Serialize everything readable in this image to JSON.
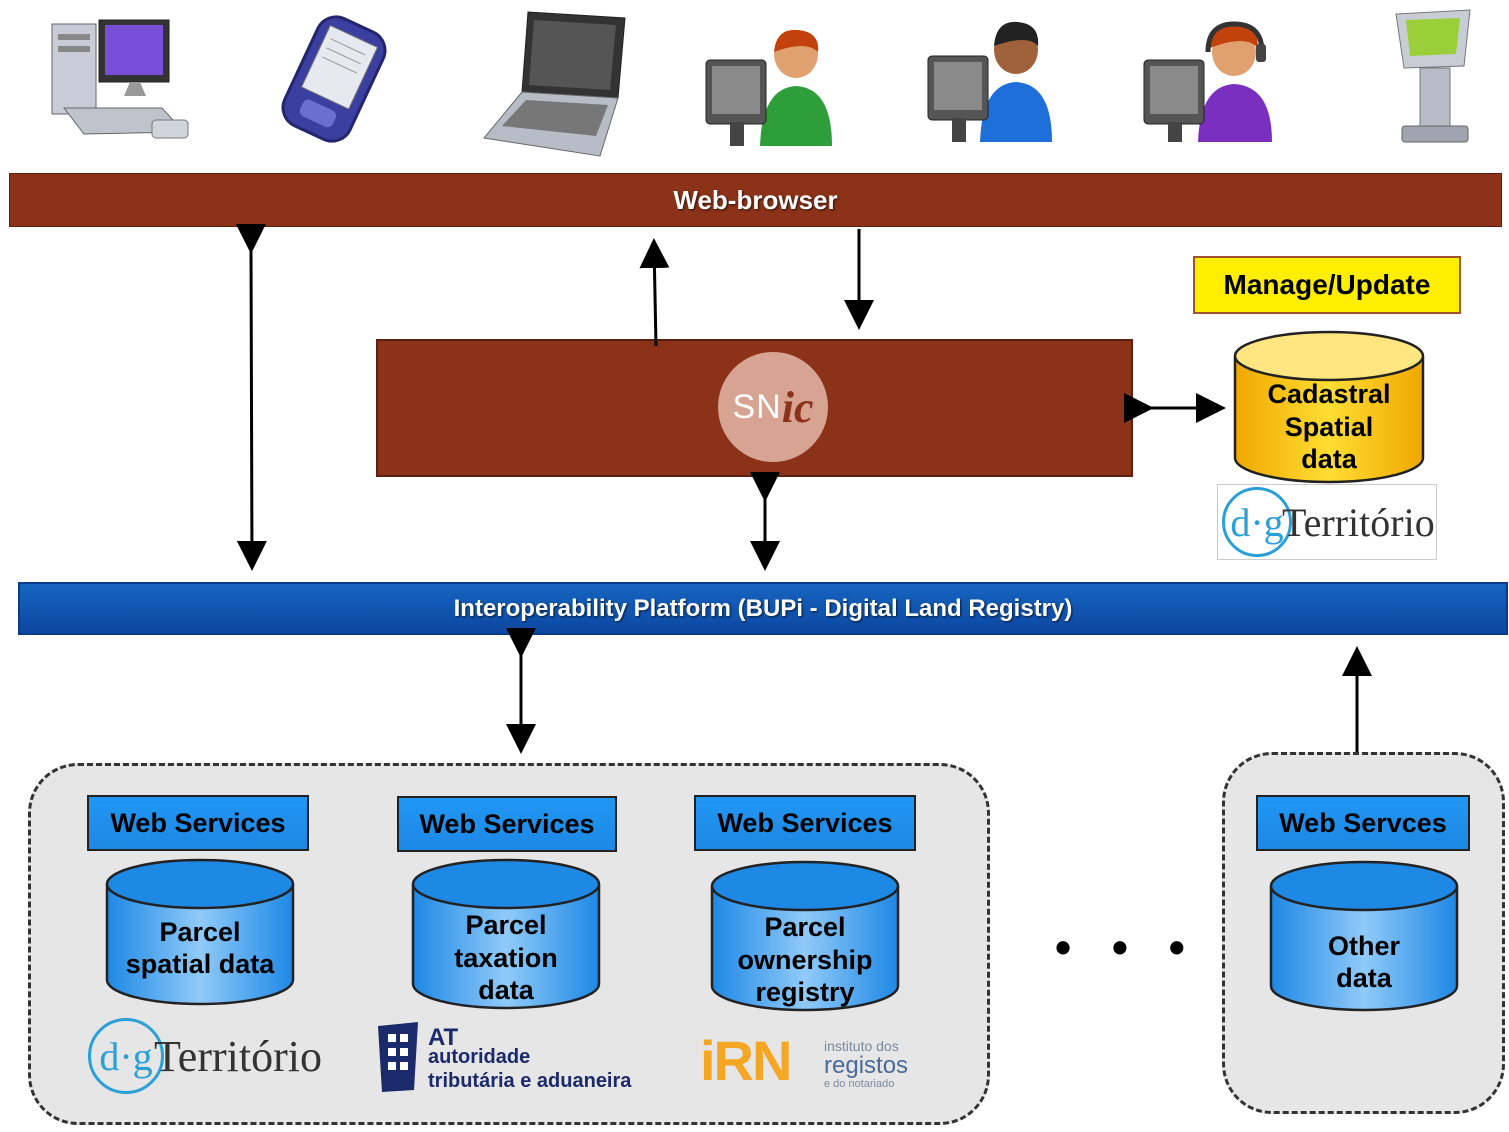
{
  "layers": {
    "web_browser": "Web-browser",
    "interoperability": "Interoperability Platform (BUPi - Digital Land Registry)",
    "snic": {
      "sn": "SN",
      "ic": "ic"
    }
  },
  "manage_update": "Manage/Update",
  "cadastral_db": {
    "line1": "Cadastral",
    "line2": "Spatial",
    "line3": "data"
  },
  "dgt_logo": {
    "mark": "d·g",
    "text": "Território"
  },
  "services": [
    {
      "label": "Web Services",
      "db_line1": "Parcel",
      "db_line2": "spatial data",
      "db_line3": ""
    },
    {
      "label": "Web Services",
      "db_line1": "Parcel",
      "db_line2": "taxation",
      "db_line3": "data"
    },
    {
      "label": "Web Services",
      "db_line1": "Parcel",
      "db_line2": "ownership",
      "db_line3": "registry"
    },
    {
      "label": "Web Servces",
      "db_line1": "Other",
      "db_line2": "data",
      "db_line3": ""
    }
  ],
  "at_logo": {
    "abbr": "AT",
    "line1": "autoridade",
    "line2": "tributária e aduaneira"
  },
  "irn_logo": {
    "mark": "iRN",
    "line1": "instituto dos",
    "line2": "registos",
    "line3": "e do notariado"
  },
  "ellipsis": "• • •",
  "devices": [
    "desktop-computer-icon",
    "pda-icon",
    "laptop-icon",
    "user-green-icon",
    "user-blue-icon",
    "call-center-agent-icon",
    "kiosk-icon"
  ],
  "colors": {
    "browser_bar": "#8b3219",
    "interop_bar": "#1565c0",
    "manage_box": "#ffee00",
    "service_blue": "#2196f3",
    "cadastral_yellow": "#ffcc00"
  }
}
